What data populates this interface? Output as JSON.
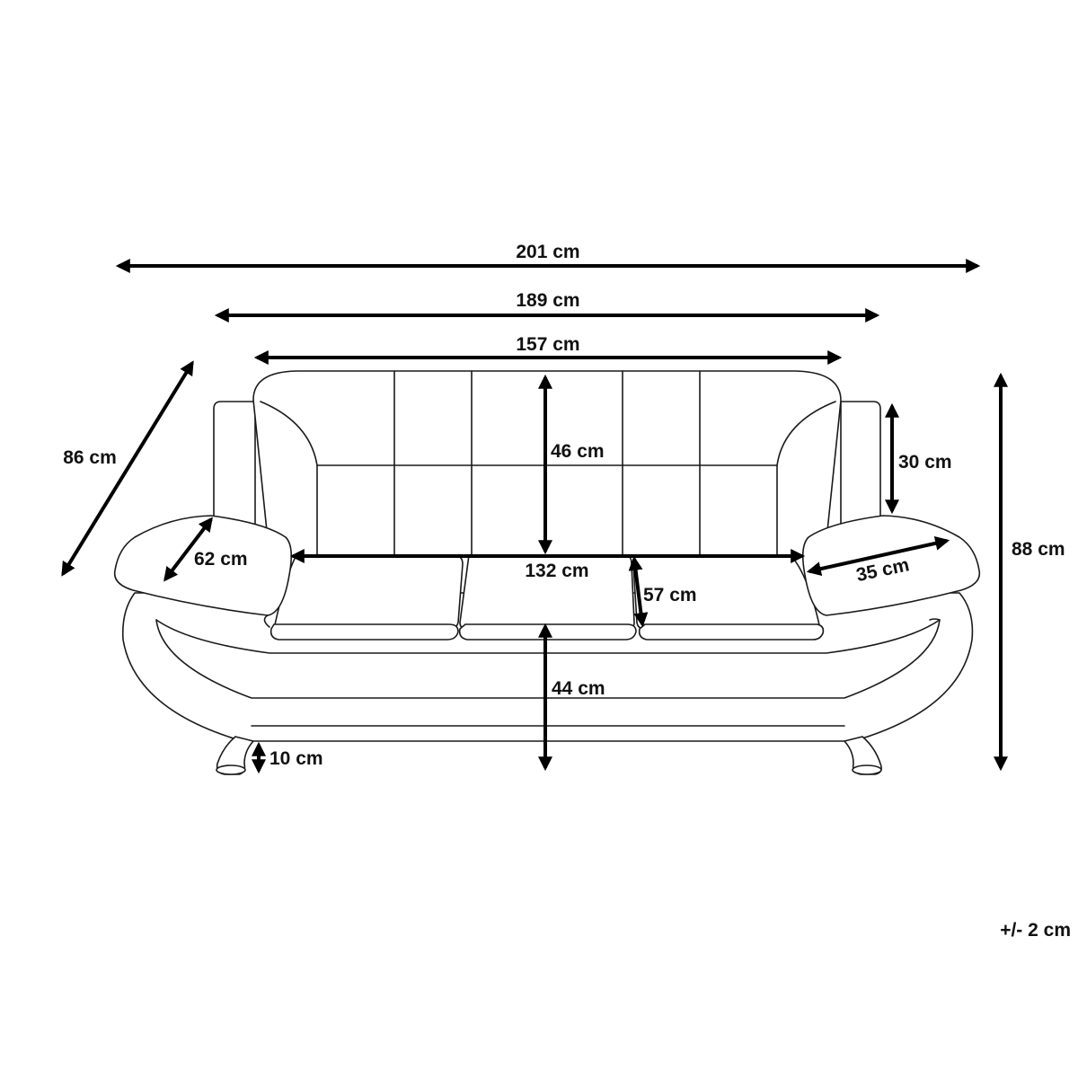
{
  "dimensions": {
    "total_width": "201 cm",
    "back_outer_width": "189 cm",
    "back_inner_width": "157 cm",
    "depth": "86 cm",
    "backrest_height": "46 cm",
    "armrest_back_height": "30 cm",
    "total_height": "88 cm",
    "armrest_depth": "62 cm",
    "seat_width": "132 cm",
    "seat_depth": "57 cm",
    "armrest_width": "35 cm",
    "seat_height": "44 cm",
    "leg_height": "10 cm"
  },
  "tolerance": "+/- 2 cm",
  "colors": {
    "line": "#1a1a1a",
    "background": "#ffffff"
  }
}
